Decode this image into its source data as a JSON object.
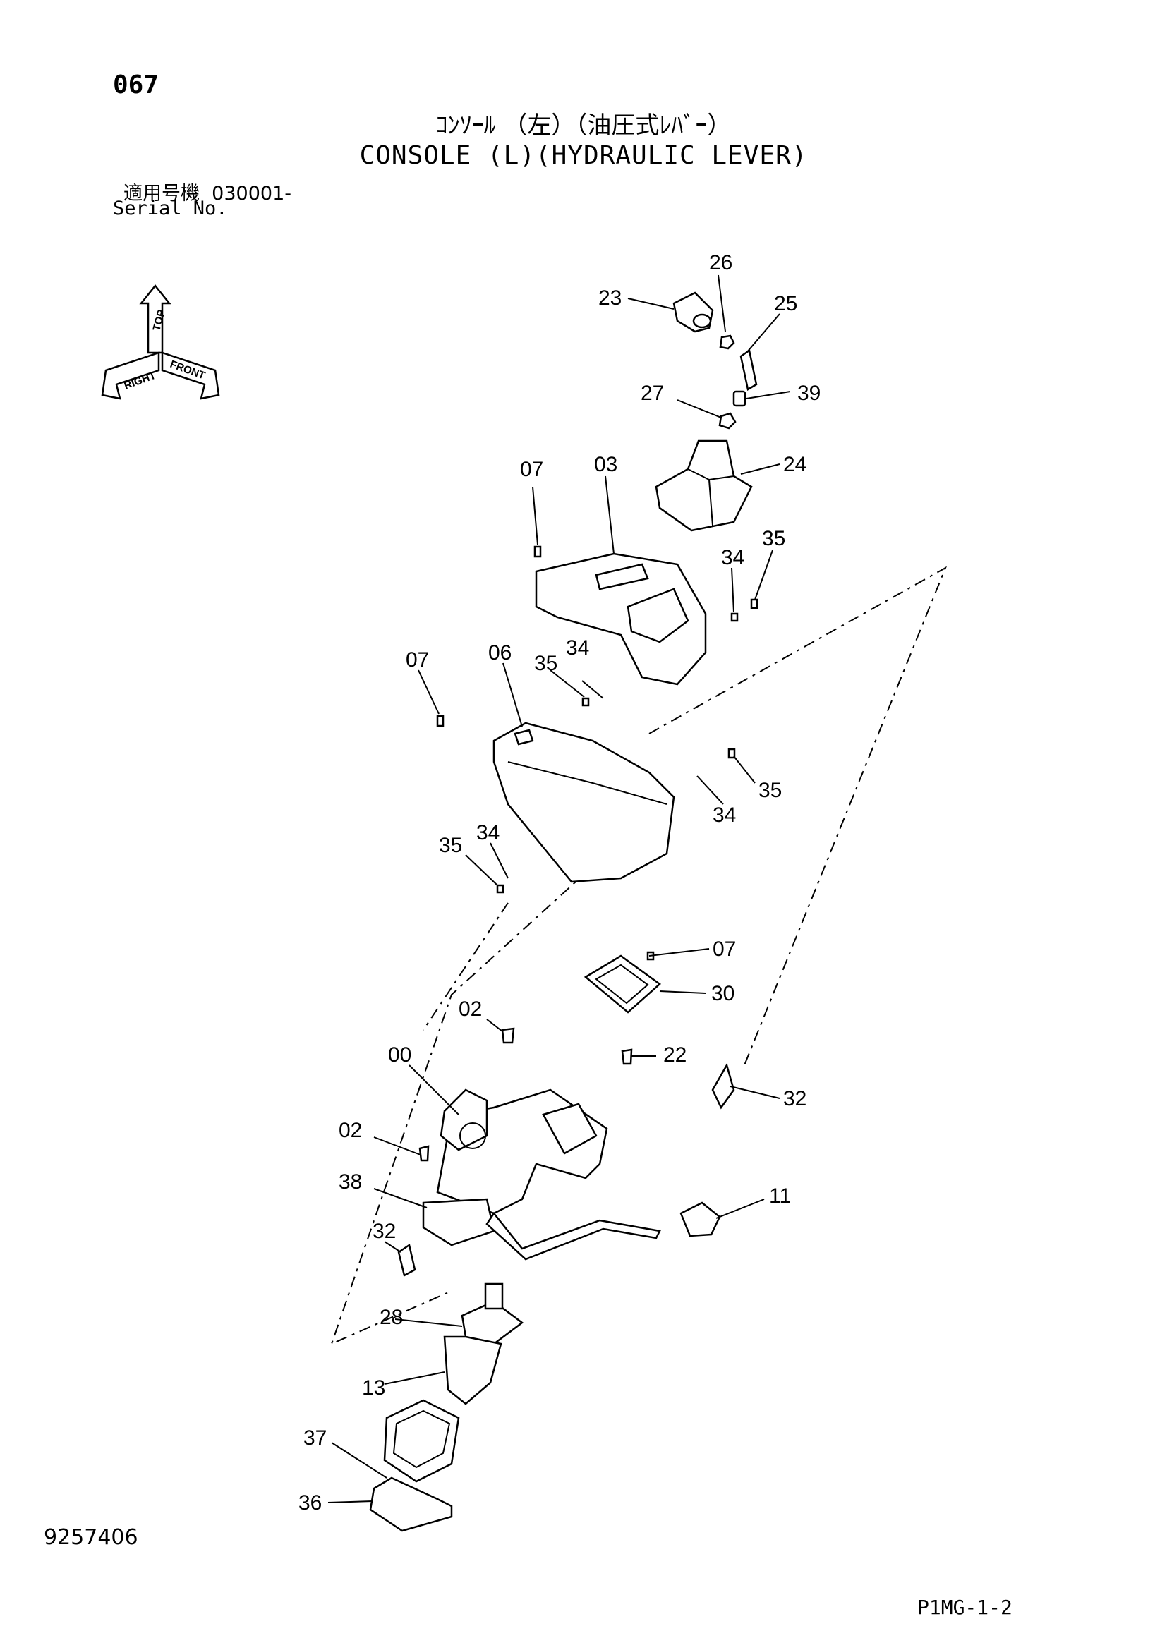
{
  "header": {
    "page_number": "067",
    "title_jp": "ｺﾝｿｰﾙ （左）（油圧式ﾚﾊﾞｰ）",
    "title_en": "CONSOLE (L)(HYDRAULIC LEVER)",
    "serial_label_jp": "適用号機",
    "serial_value": "030001-",
    "serial_label_en": "Serial No."
  },
  "orientation_symbol": {
    "top": "TOP",
    "front": "FRONT",
    "right": "RIGHT"
  },
  "callouts": {
    "c26": "26",
    "c23": "23",
    "c25": "25",
    "c27": "27",
    "c39": "39",
    "c07a": "07",
    "c03": "03",
    "c24": "24",
    "c34a": "34",
    "c35a": "35",
    "c07b": "07",
    "c06": "06",
    "c35b": "35",
    "c34b": "34",
    "c35c": "35",
    "c34c": "34",
    "c35d": "35",
    "c34d": "34",
    "c07c": "07",
    "c30": "30",
    "c02a": "02",
    "c22": "22",
    "c00": "00",
    "c32a": "32",
    "c02b": "02",
    "c38": "38",
    "c11": "11",
    "c32b": "32",
    "c28": "28",
    "c13": "13",
    "c37": "37",
    "c36": "36"
  },
  "footer": {
    "document_number": "9257406",
    "sheet_code": "P1MG-1-2"
  }
}
